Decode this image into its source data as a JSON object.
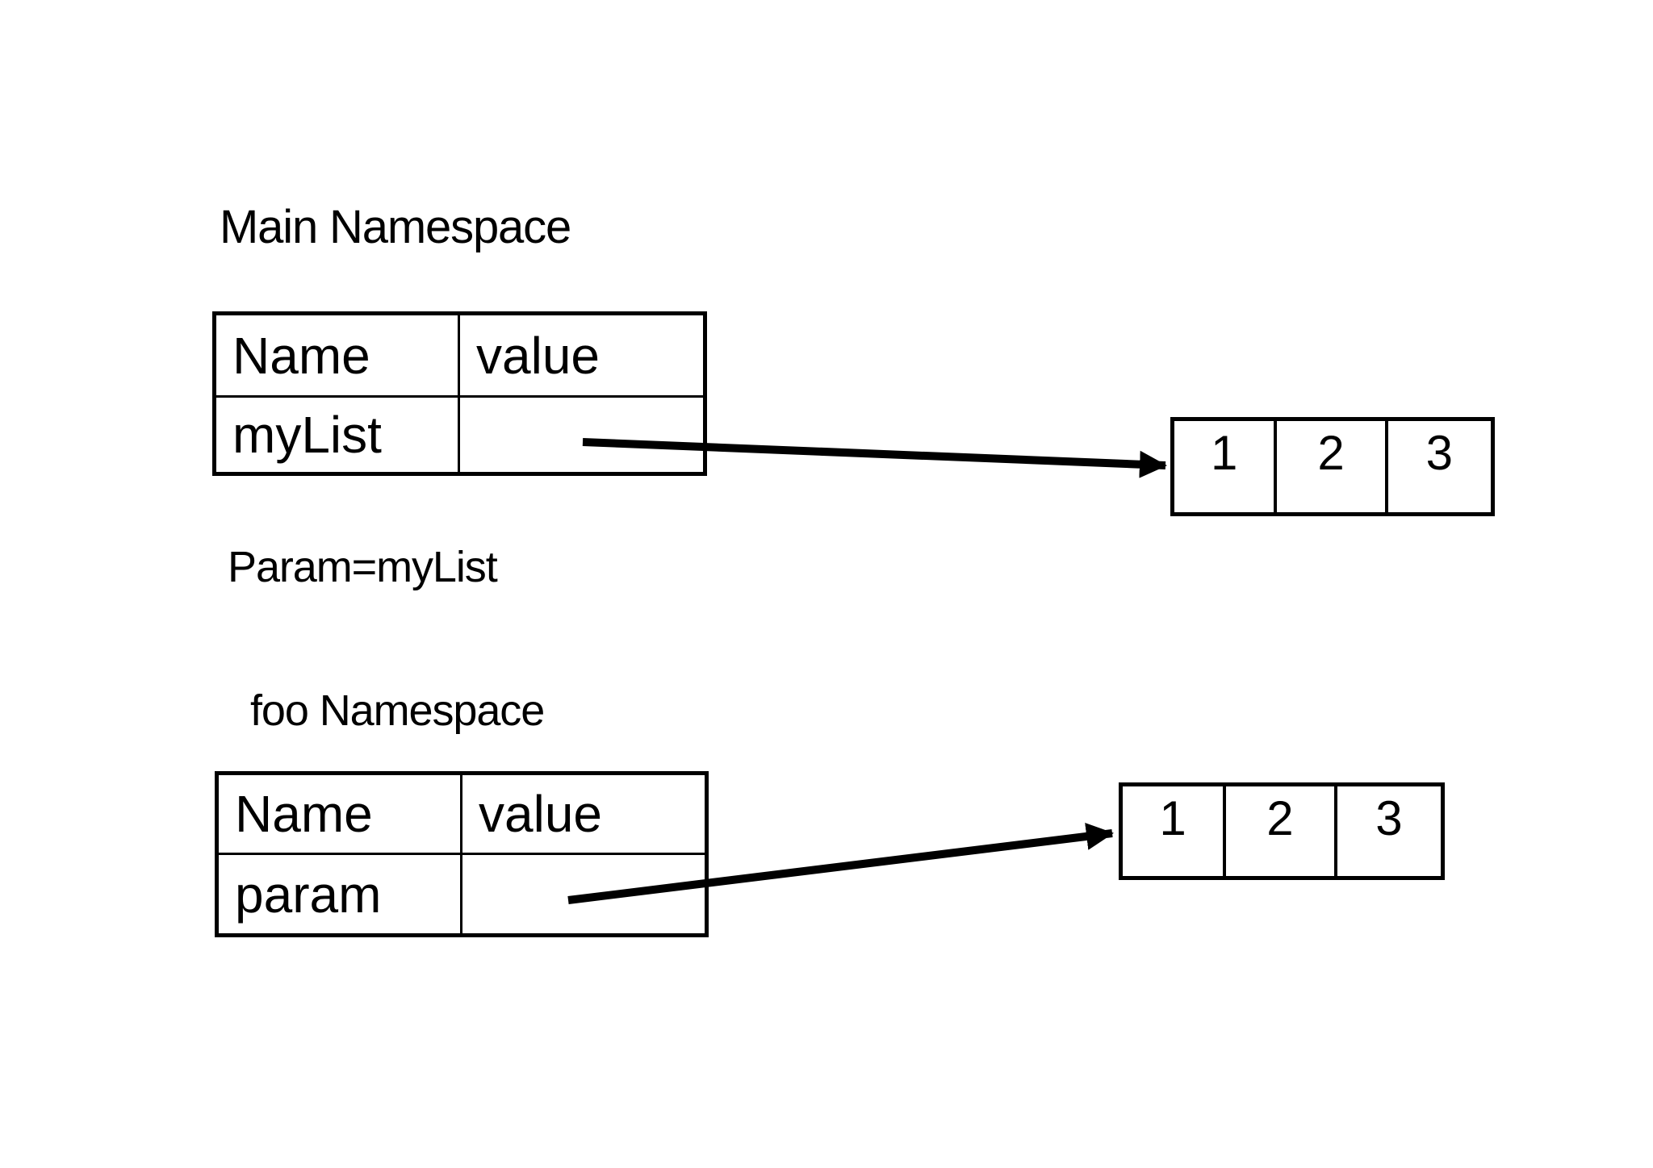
{
  "page": {
    "background_color": "#ffffff",
    "ink_color": "#000000"
  },
  "main_namespace": {
    "title": "Main Namespace",
    "table": {
      "headers": [
        "Name",
        "value"
      ],
      "rows": [
        {
          "name": "myList",
          "value": ""
        }
      ]
    },
    "list_items": [
      "1",
      "2",
      "3"
    ]
  },
  "assignment_label": "Param=myList",
  "foo_namespace": {
    "title": "foo Namespace",
    "table": {
      "headers": [
        "Name",
        "value"
      ],
      "rows": [
        {
          "name": "param",
          "value": ""
        }
      ]
    },
    "list_items": [
      "1",
      "2",
      "3"
    ]
  }
}
